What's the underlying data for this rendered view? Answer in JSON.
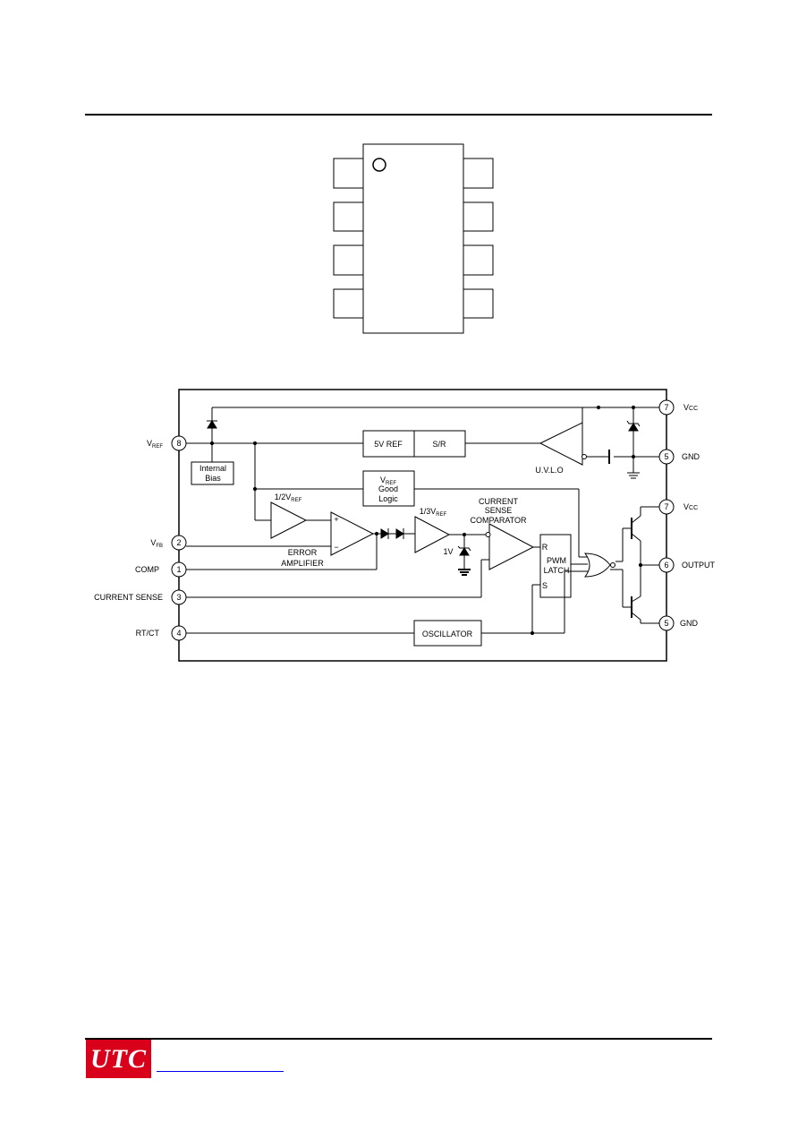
{
  "colors": {
    "logo_bg": "#d9001b",
    "link": "#0000ee",
    "line": "#000000"
  },
  "footer": {
    "logo": "UTC",
    "website": ""
  },
  "diagram": {
    "pins": [
      {
        "num": "8",
        "label": "V",
        "sub": "REF"
      },
      {
        "num": "2",
        "label": "V",
        "sub": "FB"
      },
      {
        "num": "1",
        "label": "COMP",
        "sub": ""
      },
      {
        "num": "3",
        "label": "CURRENT SENSE",
        "sub": ""
      },
      {
        "num": "4",
        "label": "RT/CT",
        "sub": ""
      },
      {
        "num": "7",
        "label": "V",
        "sub": "CC"
      },
      {
        "num": "5",
        "label": "GND",
        "sub": ""
      },
      {
        "num": "7",
        "label": "V",
        "sub": "CC"
      },
      {
        "num": "6",
        "label": "OUTPUT",
        "sub": ""
      },
      {
        "num": "5",
        "label": "GND",
        "sub": ""
      }
    ],
    "blocks": {
      "internal_bias_1": "Internal",
      "internal_bias_2": "Bias",
      "ref": "5V REF",
      "sr": "S/R",
      "vref_good_1": "V",
      "vref_good_1_sub": "REF",
      "vref_good_2": "Good",
      "vref_good_3": "Logic",
      "half_vref": "1/2V",
      "half_vref_sub": "REF",
      "third_vref": "1/3V",
      "third_vref_sub": "REF",
      "error_amp_1": "ERROR",
      "error_amp_2": "AMPLIFIER",
      "plus": "+",
      "minus": "−",
      "one_volt": "1V",
      "cs_comp_1": "CURRENT",
      "cs_comp_2": "SENSE",
      "cs_comp_3": "COMPARATOR",
      "pwm_1": "PWM",
      "pwm_2": "LATCH",
      "pwm_r": "R",
      "pwm_s": "S",
      "uvlo": "U.V.L.O",
      "oscillator": "OSCILLATOR"
    }
  }
}
